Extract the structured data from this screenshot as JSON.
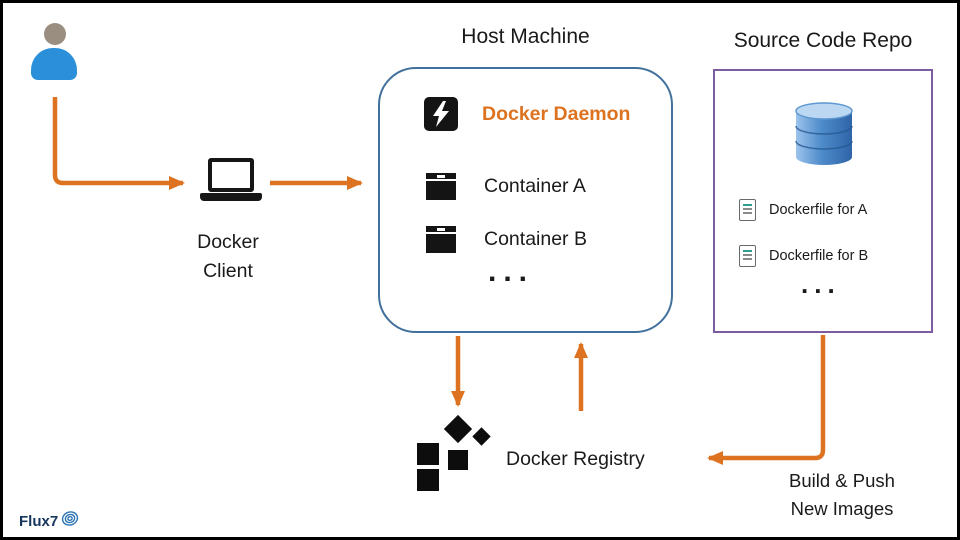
{
  "docker_client": {
    "line1": "Docker",
    "line2": "Client"
  },
  "host_machine": {
    "title": "Host Machine",
    "daemon_label": "Docker Daemon",
    "containers": [
      "Container A",
      "Container B"
    ],
    "ellipsis": "..."
  },
  "source_repo": {
    "title": "Source Code Repo",
    "dockerfiles": [
      "Dockerfile for A",
      "Dockerfile for B"
    ],
    "ellipsis": "..."
  },
  "registry": {
    "label": "Docker Registry"
  },
  "build_push": {
    "line1": "Build & Push",
    "line2": "New Images"
  },
  "logo": {
    "text": "Flux7"
  },
  "colors": {
    "arrow_orange": "#DD7321",
    "daemon_text_orange": "#DD7321",
    "host_border_blue": "#41719C",
    "repo_border_purple": "#7B5CA0",
    "database_blue": "#4E8CCB",
    "icon_black": "#141414",
    "text": "#1A1A1A"
  },
  "icons": {
    "user": "user-icon",
    "client_device": "laptop-icon",
    "daemon": "lightning-icon",
    "container": "container-box-icon",
    "repo_storage": "database-icon",
    "dockerfile": "document-icon",
    "registry": "registry-squares-icon",
    "logo_mark": "swirl-icon"
  }
}
